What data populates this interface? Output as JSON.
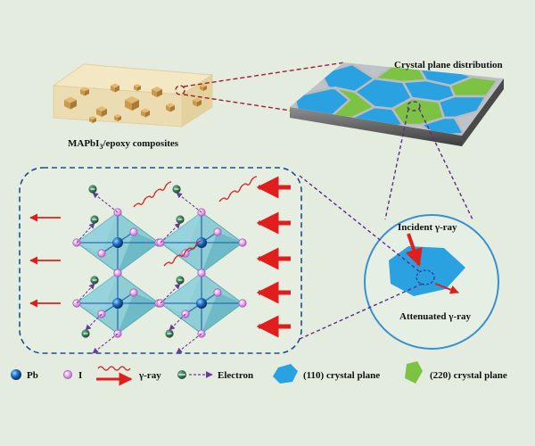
{
  "labels": {
    "composite_main": "MAPbI",
    "composite_sub": "3",
    "composite_rest": "/epoxy composites",
    "crystal_plane_distribution": "Crystal plane distribution",
    "incident": "Incident γ-ray",
    "attenuated": "Attenuated γ-ray"
  },
  "legend": {
    "pb": "Pb",
    "i": "I",
    "gamma": "γ-ray",
    "electron": "Electron",
    "plane_110": "(110) crystal plane",
    "plane_220": "(220) crystal plane"
  },
  "colors": {
    "background": "#e3ecdf",
    "epoxy_block": "#ecdcb0",
    "crystal_cube": "#c99a4c",
    "plane_110": "#2aa2e2",
    "plane_220": "#7cc243",
    "octahedron": "#7fc8d2",
    "pb_atom": "#1f6fc0",
    "i_atom": "#d98ee0",
    "electron": "#2d6b4c",
    "gamma_ray": "#e11e1e",
    "dashed_link": "#5a2d8a",
    "panel_border": "#1e4f8c",
    "circle_border": "#3a8fd0"
  }
}
